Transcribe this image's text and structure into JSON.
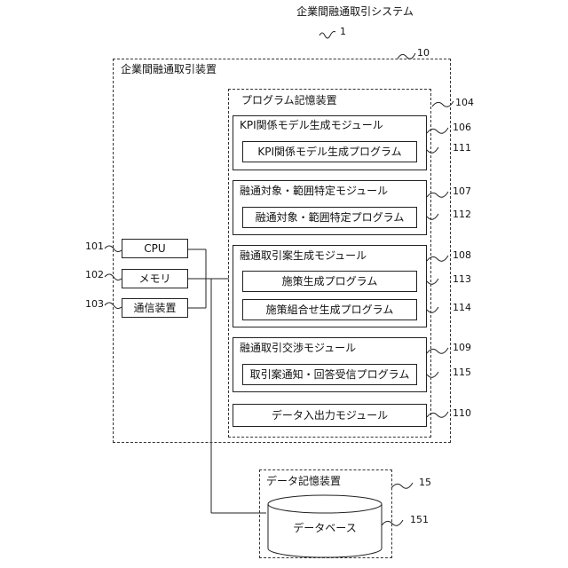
{
  "system": {
    "title": "企業間融通取引システム",
    "ref": "1"
  },
  "apparatus": {
    "title": "企業間融通取引装置",
    "ref": "10"
  },
  "program_storage": {
    "title": "プログラム記憶装置",
    "ref": "104"
  },
  "modules": [
    {
      "label": "KPI関係モデル生成モジュール",
      "ref": "106",
      "programs": [
        {
          "label": "KPI関係モデル生成プログラム",
          "ref": "111"
        }
      ]
    },
    {
      "label": "融通対象・範囲特定モジュール",
      "ref": "107",
      "programs": [
        {
          "label": "融通対象・範囲特定プログラム",
          "ref": "112"
        }
      ]
    },
    {
      "label": "融通取引案生成モジュール",
      "ref": "108",
      "programs": [
        {
          "label": "施策生成プログラム",
          "ref": "113"
        },
        {
          "label": "施策組合せ生成プログラム",
          "ref": "114"
        }
      ]
    },
    {
      "label": "融通取引交渉モジュール",
      "ref": "109",
      "programs": [
        {
          "label": "取引案通知・回答受信プログラム",
          "ref": "115"
        }
      ]
    },
    {
      "label": "データ入出力モジュール",
      "ref": "110",
      "programs": []
    }
  ],
  "hardware": [
    {
      "label": "CPU",
      "ref": "101"
    },
    {
      "label": "メモリ",
      "ref": "102"
    },
    {
      "label": "通信装置",
      "ref": "103"
    }
  ],
  "data_storage": {
    "title": "データ記憶装置",
    "ref": "15"
  },
  "database": {
    "label": "データベース",
    "ref": "151"
  }
}
